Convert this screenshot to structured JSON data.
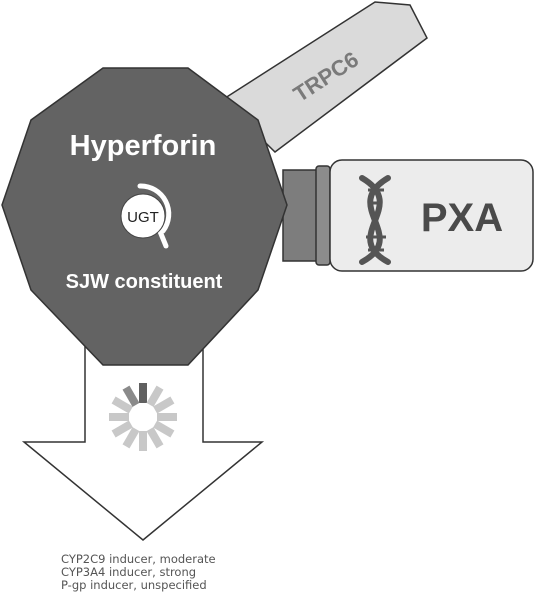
{
  "center": {
    "name": "Hyperforin",
    "subtitle": "SJW constituent",
    "enzyme_badge": "UGT"
  },
  "targets": {
    "channel": "TRPC6",
    "action": "PXA"
  },
  "icons": {
    "badge": "ugt-enzyme-icon",
    "dna": "dna-helix-icon",
    "spinner": "loading-spinner-icon",
    "arrow": "down-arrow-icon"
  },
  "effects": [
    "CYP2C9 inducer, moderate",
    "CYP3A4 inducer, strong",
    "P-gp inducer, unspecified"
  ],
  "colors": {
    "octagon": "#636363",
    "trpc_tab": "#dadada",
    "pxa_box": "#ececec",
    "connector": "#7d7d7d",
    "arrow": "#ffffff",
    "stroke": "#333333"
  }
}
